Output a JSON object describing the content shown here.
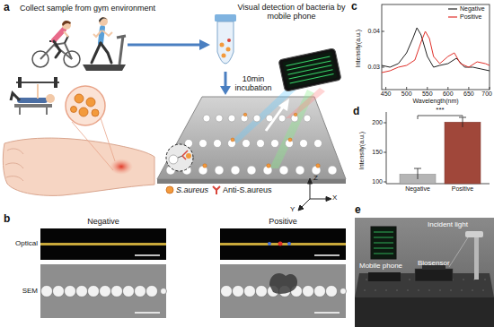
{
  "diagram": {
    "labels": [
      "a",
      "Collect sample from gym environment",
      "Visual detection of bacteria by mobile phone",
      "10min incubation",
      "X",
      "Y",
      "Z",
      "b",
      "Negative",
      "Positive",
      "Optical",
      "SEM",
      "c",
      "0.04",
      "0.03",
      "Intensity(a.u.)",
      "450",
      "500",
      "550",
      "600",
      "650",
      "700",
      "Wavelength(nm)",
      "d",
      "200",
      "150",
      "100",
      "Intensity(a.u.)",
      "***",
      "Negative",
      "Positive",
      "e",
      "Incident light",
      "Mobile phone",
      "Biosensor"
    ],
    "legend": [
      {
        "text": "S.aureus"
      },
      {
        "text": "Anti-S.aureus"
      },
      {
        "text": "Negative"
      },
      {
        "text": "Positive"
      }
    ]
  }
}
